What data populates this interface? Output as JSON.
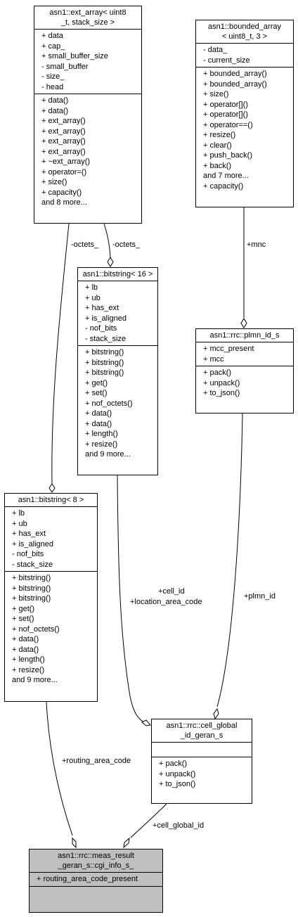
{
  "classes": {
    "ext_array": {
      "title": [
        "asn1::ext_array< uint8",
        "_t, stack_size >"
      ],
      "attributes": [
        "+ data",
        "+ cap_",
        "+ small_buffer_size",
        "- small_buffer",
        "- size_",
        "- head"
      ],
      "methods": [
        "+ data()",
        "+ data()",
        "+ ext_array()",
        "+ ext_array()",
        "+ ext_array()",
        "+ ext_array()",
        "+ ~ext_array()",
        "+ operator=()",
        "+ size()",
        "+ capacity()",
        "and 8 more..."
      ]
    },
    "bounded_array": {
      "title": [
        "asn1::bounded_array",
        "< uint8_t, 3 >"
      ],
      "attributes": [
        "- data_",
        "- current_size"
      ],
      "methods": [
        "+ bounded_array()",
        "+ bounded_array()",
        "+ size()",
        "+ operator[]()",
        "+ operator[]()",
        "+ operator==()",
        "+ resize()",
        "+ clear()",
        "+ push_back()",
        "+ back()",
        "and 7 more...",
        "+ capacity()"
      ]
    },
    "bitstring16": {
      "title": [
        "asn1::bitstring< 16 >"
      ],
      "attributes": [
        "+ lb",
        "+ ub",
        "+ has_ext",
        "+ is_aligned",
        "- nof_bits",
        "- stack_size"
      ],
      "methods": [
        "+ bitstring()",
        "+ bitstring()",
        "+ bitstring()",
        "+ get()",
        "+ set()",
        "+ nof_octets()",
        "+ data()",
        "+ data()",
        "+ length()",
        "+ resize()",
        "and 9 more..."
      ]
    },
    "plmn_id": {
      "title": [
        "asn1::rrc::plmn_id_s"
      ],
      "attributes": [
        "+ mcc_present",
        "+ mcc"
      ],
      "methods": [
        "+ pack()",
        "+ unpack()",
        "+ to_json()"
      ]
    },
    "bitstring8": {
      "title": [
        "asn1::bitstring< 8 >"
      ],
      "attributes": [
        "+ lb",
        "+ ub",
        "+ has_ext",
        "+ is_aligned",
        "- nof_bits",
        "- stack_size"
      ],
      "methods": [
        "+ bitstring()",
        "+ bitstring()",
        "+ bitstring()",
        "+ get()",
        "+ set()",
        "+ nof_octets()",
        "+ data()",
        "+ data()",
        "+ length()",
        "+ resize()",
        "and 9 more..."
      ]
    },
    "cell_global": {
      "title": [
        "asn1::rrc::cell_global",
        "_id_geran_s"
      ],
      "attributes": [],
      "methods": [
        "+ pack()",
        "+ unpack()",
        "+ to_json()"
      ]
    },
    "cgi_info": {
      "title": [
        "asn1::rrc::meas_result",
        "_geran_s::cgi_info_s_"
      ],
      "attributes": [
        "+ routing_area_code_present"
      ],
      "methods": []
    }
  },
  "edge_labels": {
    "octets_left": "-octets_",
    "octets_right": "-octets_",
    "mnc": "+mnc",
    "cell_id": "+cell_id",
    "location_area_code": "+location_area_code",
    "plmn_id": "+plmn_id",
    "routing_area_code": "+routing_area_code",
    "cell_global_id": "+cell_global_id"
  }
}
